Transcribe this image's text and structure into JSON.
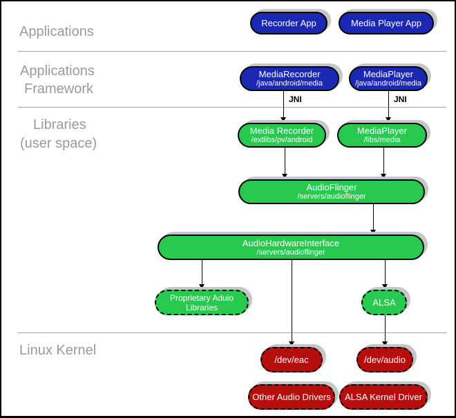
{
  "sections": {
    "applications": {
      "label": "Applications"
    },
    "framework": {
      "line1": "Applications",
      "line2": "Framework"
    },
    "libraries": {
      "line1": "Libraries",
      "line2": "(user space)"
    },
    "kernel": {
      "label": "Linux Kernel"
    }
  },
  "nodes": {
    "recorder_app": {
      "title": "Recorder App"
    },
    "media_player_app": {
      "title": "Media Player App"
    },
    "media_recorder_java": {
      "title": "MediaRecorder",
      "path": "/java/android/media"
    },
    "media_player_java": {
      "title": "MediaPlayer",
      "path": "/java/android/media"
    },
    "media_recorder_native": {
      "title": "Media Recorder",
      "path": "/extlibs/pv/android"
    },
    "media_player_native": {
      "title": "MediaPlayer",
      "path": "/libs/media"
    },
    "audioflinger": {
      "title": "AudioFlinger",
      "path": "/servers/audioflinger"
    },
    "audio_hw_interface": {
      "title": "AudioHardwareInterface",
      "path": "/servers/audioflinger"
    },
    "proprietary_audio": {
      "title": "Proprietary Aduio Libraries"
    },
    "alsa": {
      "title": "ALSA"
    },
    "dev_eac": {
      "title": "/dev/eac"
    },
    "dev_audio": {
      "title": "/dev/audio"
    },
    "other_audio_drivers": {
      "title": "Other Audio Drivers"
    },
    "alsa_kernel_driver": {
      "title": "ALSA Kernel Driver"
    }
  },
  "edges": {
    "jni_left": "JNI",
    "jni_right": "JNI"
  },
  "colors": {
    "blue": "#1a28b2",
    "green": "#27c94f",
    "red": "#b60d0d",
    "shadow": "#c6c6c6"
  }
}
